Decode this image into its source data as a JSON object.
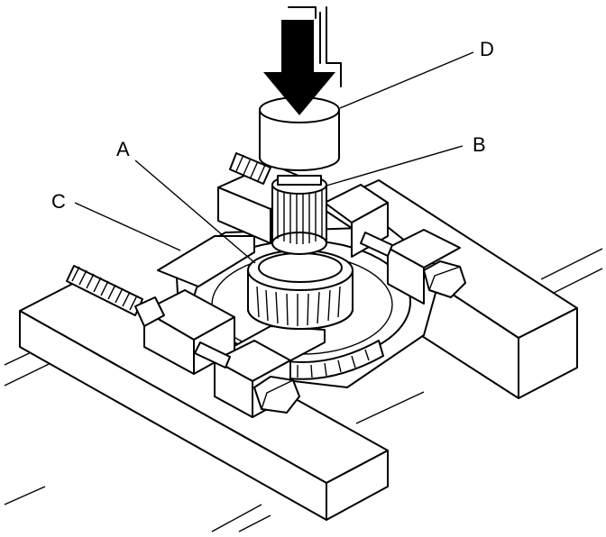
{
  "labels": {
    "A": "A",
    "B": "B",
    "C": "C",
    "D": "D"
  },
  "icons": {
    "press_direction": "down-arrow-icon"
  }
}
